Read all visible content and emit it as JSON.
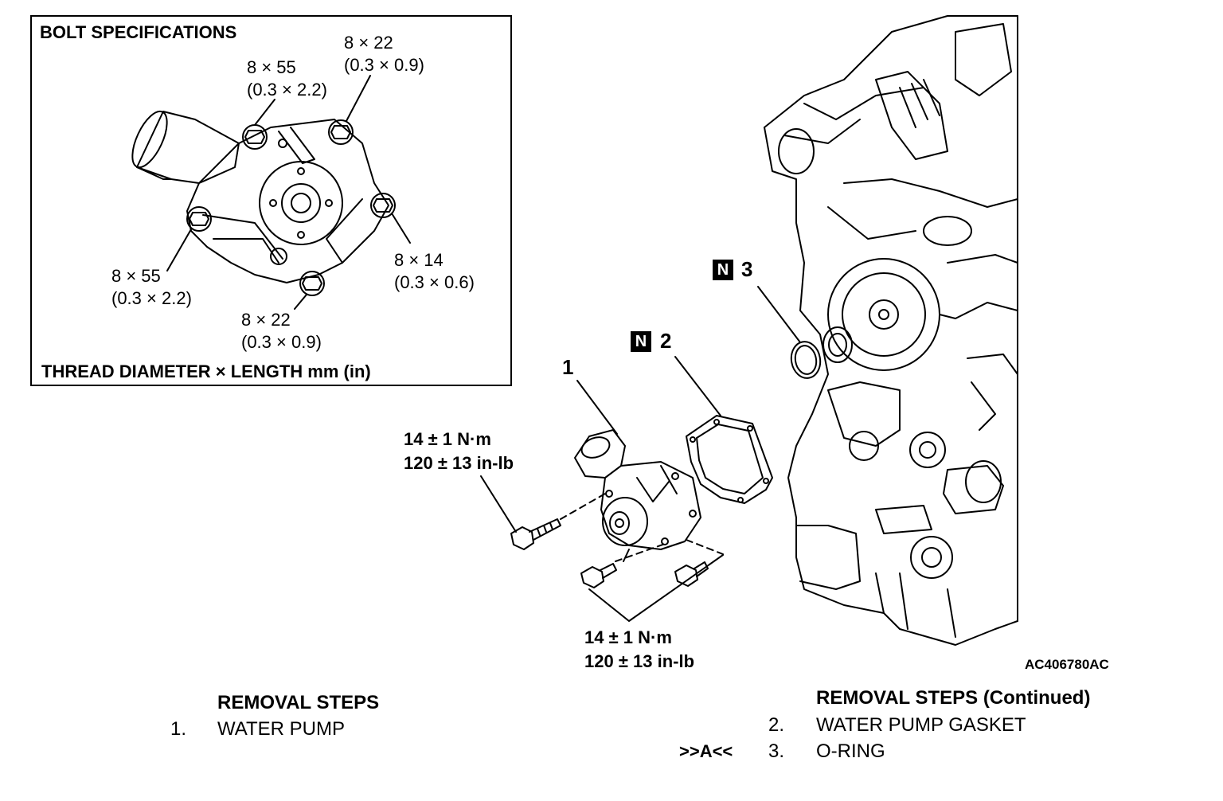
{
  "inset": {
    "title": "BOLT SPECIFICATIONS",
    "footer": "THREAD DIAMETER × LENGTH mm (in)",
    "bolts": [
      {
        "size": "8 × 55",
        "inch": "(0.3 × 2.2)"
      },
      {
        "size": "8 × 22",
        "inch": "(0.3 × 0.9)"
      },
      {
        "size": "8 × 14",
        "inch": "(0.3 × 0.6)"
      },
      {
        "size": "8 × 22",
        "inch": "(0.3 × 0.9)"
      },
      {
        "size": "8 × 55",
        "inch": "(0.3 × 2.2)"
      }
    ]
  },
  "torque": {
    "upper": {
      "metric": "14 ± 1 N·m",
      "imperial": "120 ± 13 in-lb"
    },
    "lower": {
      "metric": "14 ± 1 N·m",
      "imperial": "120 ± 13 in-lb"
    }
  },
  "callouts": [
    {
      "num": "1"
    },
    {
      "badge": "N",
      "num": "2"
    },
    {
      "badge": "N",
      "num": "3"
    }
  ],
  "figure_id": "AC406780AC",
  "removal_steps": {
    "heading": "REMOVAL STEPS",
    "heading_continued": "REMOVAL STEPS  (Continued)",
    "steps": [
      {
        "num": "1.",
        "label": "WATER PUMP",
        "ref": ""
      },
      {
        "num": "2.",
        "label": "WATER PUMP GASKET",
        "ref": ""
      },
      {
        "num": "3.",
        "label": "O-RING",
        "ref": ">>A<<"
      }
    ]
  }
}
